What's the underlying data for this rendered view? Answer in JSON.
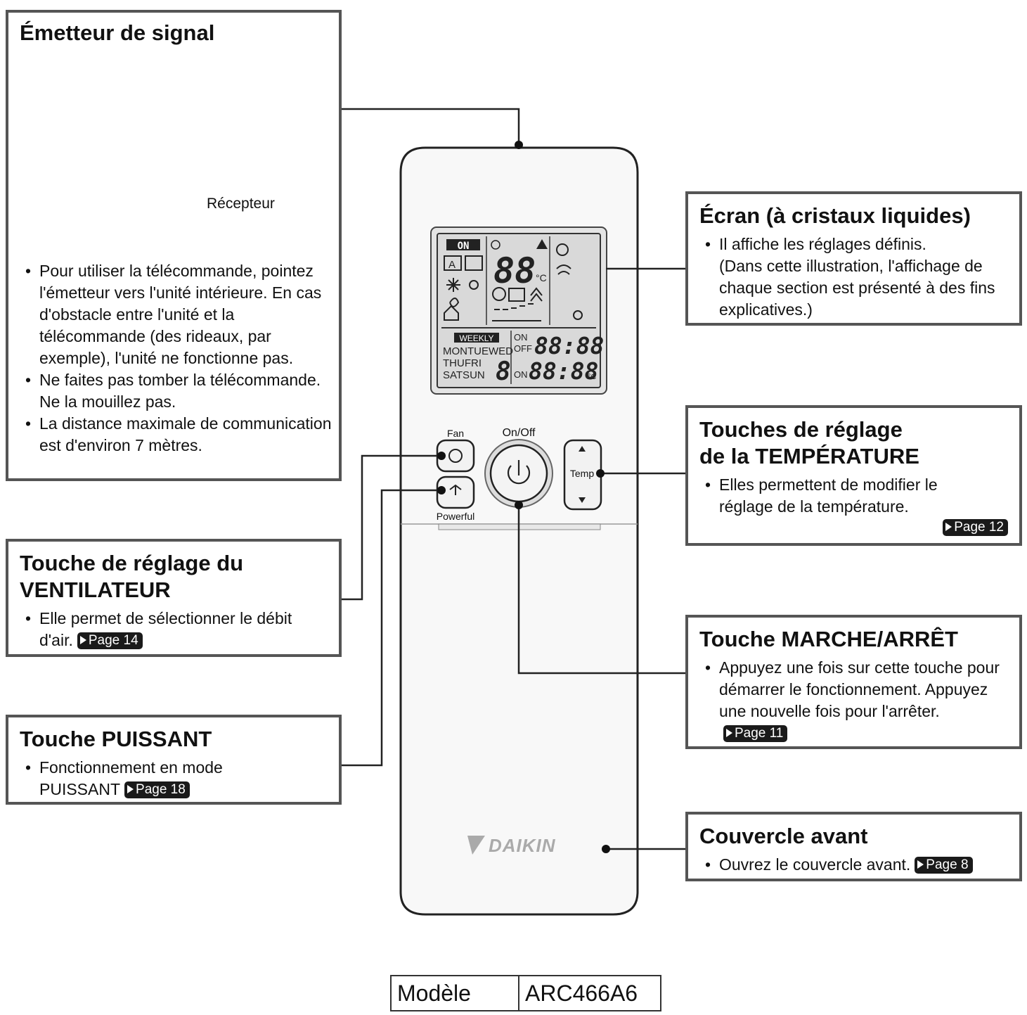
{
  "emitter": {
    "title": "Émetteur de signal",
    "receiver_label": "Récepteur",
    "bullets": [
      "Pour utiliser la télécommande, pointez l'émetteur vers l'unité intérieure. En cas d'obstacle entre l'unité et la télécommande (des rideaux, par exemple), l'unité ne fonctionne pas.",
      "Ne faites pas tomber la télécommande. Ne la mouillez pas.",
      "La distance maximale de communication est d'environ 7 mètres."
    ]
  },
  "fan": {
    "title_line1": "Touche de réglage du",
    "title_line2": "VENTILATEUR",
    "text": "Elle permet de sélectionner le débit d'air.",
    "page": "Page 14"
  },
  "powerful": {
    "title": "Touche PUISSANT",
    "text": "Fonctionnement en mode PUISSANT",
    "page": "Page 18"
  },
  "display": {
    "title": "Écran (à cristaux liquides)",
    "bullet": "Il affiche les réglages définis.",
    "note": "(Dans cette illustration, l'affichage de chaque section est présenté à des fins explicatives.)"
  },
  "temperature": {
    "title_line1": "Touches de réglage",
    "title_line2": "de la TEMPÉRATURE",
    "text": "Elles permettent de modifier le réglage de la température.",
    "page": "Page 12"
  },
  "onoff": {
    "title": "Touche MARCHE/ARRÊT",
    "text": "Appuyez une fois sur cette touche pour démarrer le fonctionnement. Appuyez une nouvelle fois pour l'arrêter.",
    "page": "Page 11"
  },
  "cover": {
    "title": "Couvercle avant",
    "text": "Ouvrez le couvercle avant.",
    "page": "Page 8"
  },
  "remote": {
    "lcd_on": "ON",
    "lcd_temp": "88",
    "lcd_unit": "°C",
    "lcd_weekly": "WEEKLY",
    "lcd_days1": "MONTUEWED",
    "lcd_days2": "THUFRI",
    "lcd_days3": "SATSUN",
    "lcd_day_digit": "8",
    "lcd_on_label": "ON",
    "lcd_off_label": "OFF",
    "lcd_on_label2": "ON",
    "lcd_time1": "88:88",
    "lcd_time2": "88:88",
    "lcd_time_unit": "°C",
    "fan_label": "Fan",
    "onoff_label": "On/Off",
    "temp_label": "Temp",
    "powerful_label": "Powerful",
    "brand": "DAIKIN"
  },
  "model": {
    "label": "Modèle",
    "value": "ARC466A6"
  }
}
